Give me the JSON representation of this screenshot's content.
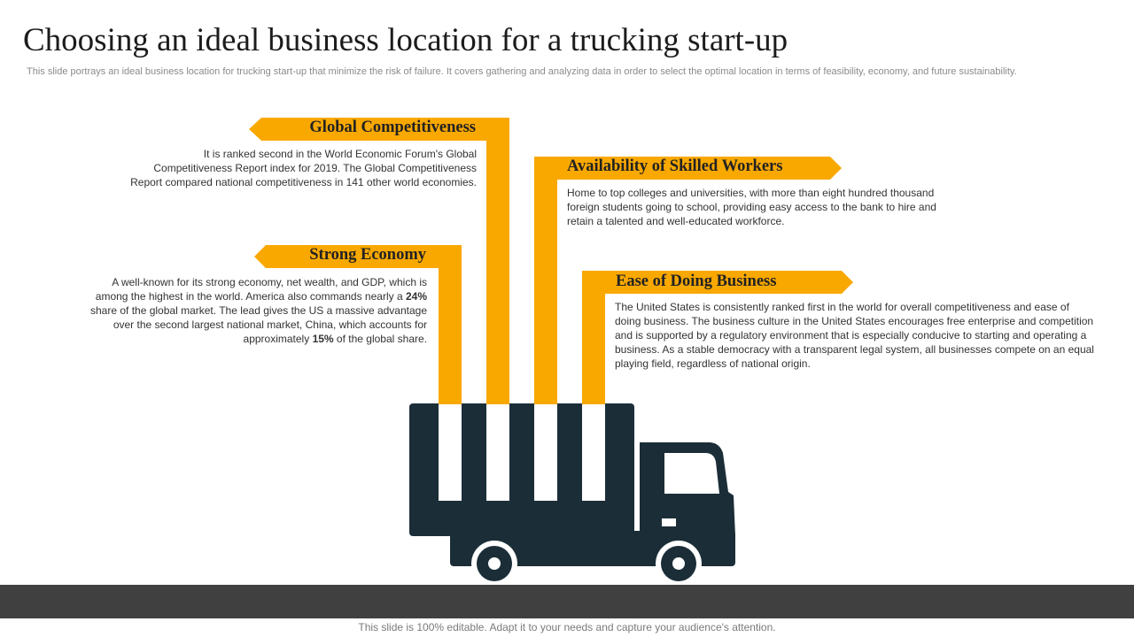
{
  "header": {
    "title": "Choosing an ideal business location for a trucking start-up",
    "subtitle": "This slide portrays an ideal business location for trucking start-up that minimize the risk of failure. It covers gathering and analyzing data in order to select the optimal location in terms of feasibility, economy, and future sustainability."
  },
  "colors": {
    "accent": "#F9A800",
    "truck": "#1B2E38",
    "footer_bar": "#404040"
  },
  "sections": {
    "global": {
      "title": "Global Competitiveness",
      "text": "It is ranked second in the World Economic Forum's Global Competitiveness Report index for 2019. The Global Competitiveness Report compared national competitiveness in 141 other world economies."
    },
    "skilled": {
      "title": "Availability of Skilled Workers",
      "text": "Home to top colleges and universities, with more than eight hundred thousand foreign students going to school, providing easy access to the bank to hire and retain a talented and well-educated workforce."
    },
    "economy": {
      "title": "Strong Economy",
      "text_a": "A well-known for its strong economy, net wealth, and GDP, which is among the highest in the world. America also commands nearly a ",
      "highlight_1": "24%",
      "text_b": " share of the global market. The lead gives the US a massive advantage over the second largest national market, China, which accounts for approximately ",
      "highlight_2": "15%",
      "text_c": " of the global share."
    },
    "ease": {
      "title": "Ease of Doing Business",
      "text": "The United States is consistently ranked first in the world for overall competitiveness and ease of doing business. The business culture in the United States encourages free enterprise and competition and is supported by a regulatory environment that is especially conducive to starting and operating a business. As a stable democracy with a transparent legal system, all businesses compete on an equal playing field, regardless of national origin."
    }
  },
  "icons": {
    "truck": "truck-icon"
  },
  "footer": {
    "text": "This slide is 100% editable. Adapt it to your needs and capture your audience's attention."
  }
}
